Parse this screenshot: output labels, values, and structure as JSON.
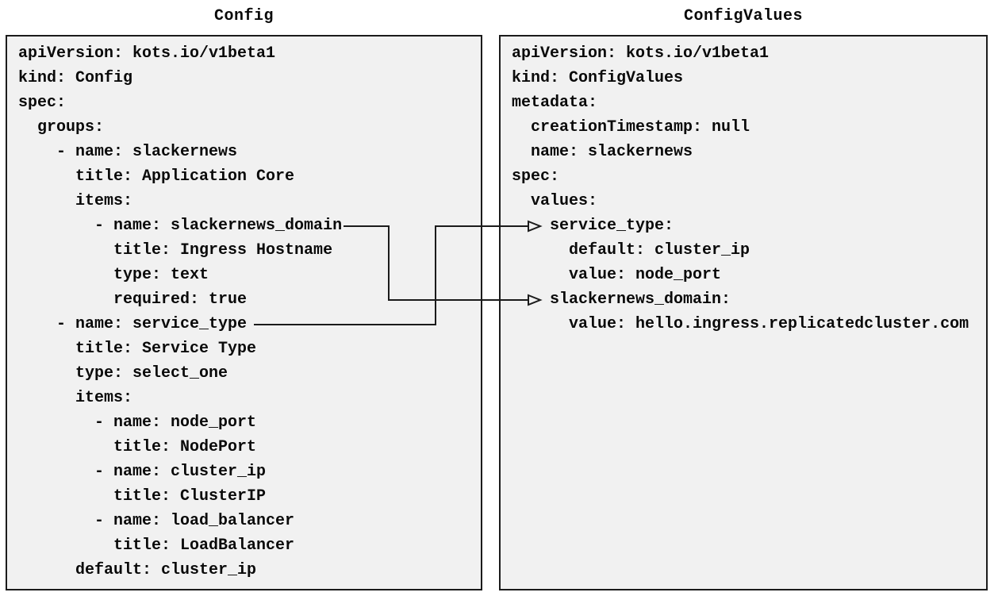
{
  "left_panel": {
    "title": "Config",
    "yaml_lines": [
      "apiVersion: kots.io/v1beta1",
      "kind: Config",
      "spec:",
      "  groups:",
      "    - name: slackernews",
      "      title: Application Core",
      "      items:",
      "        - name: slackernews_domain",
      "          title: Ingress Hostname",
      "          type: text",
      "          required: true",
      "    - name: service_type",
      "      title: Service Type",
      "      type: select_one",
      "      items:",
      "        - name: node_port",
      "          title: NodePort",
      "        - name: cluster_ip",
      "          title: ClusterIP",
      "        - name: load_balancer",
      "          title: LoadBalancer",
      "      default: cluster_ip"
    ]
  },
  "right_panel": {
    "title": "ConfigValues",
    "yaml_lines": [
      "apiVersion: kots.io/v1beta1",
      "kind: ConfigValues",
      "metadata:",
      "  creationTimestamp: null",
      "  name: slackernews",
      "spec:",
      "  values:",
      "    service_type:",
      "      default: cluster_ip",
      "      value: node_port",
      "    slackernews_domain:",
      "      value: hello.ingress.replicatedcluster.com"
    ]
  },
  "connectors": [
    {
      "from": "Config: slackernews_domain",
      "to": "ConfigValues: slackernews_domain"
    },
    {
      "from": "Config: service_type",
      "to": "ConfigValues: service_type"
    }
  ],
  "colors": {
    "background": "#ffffff",
    "panel_fill": "#f1f1f1",
    "panel_border": "#1b1b1b",
    "text": "#0a0a0a",
    "connector": "#1b1b1b"
  }
}
